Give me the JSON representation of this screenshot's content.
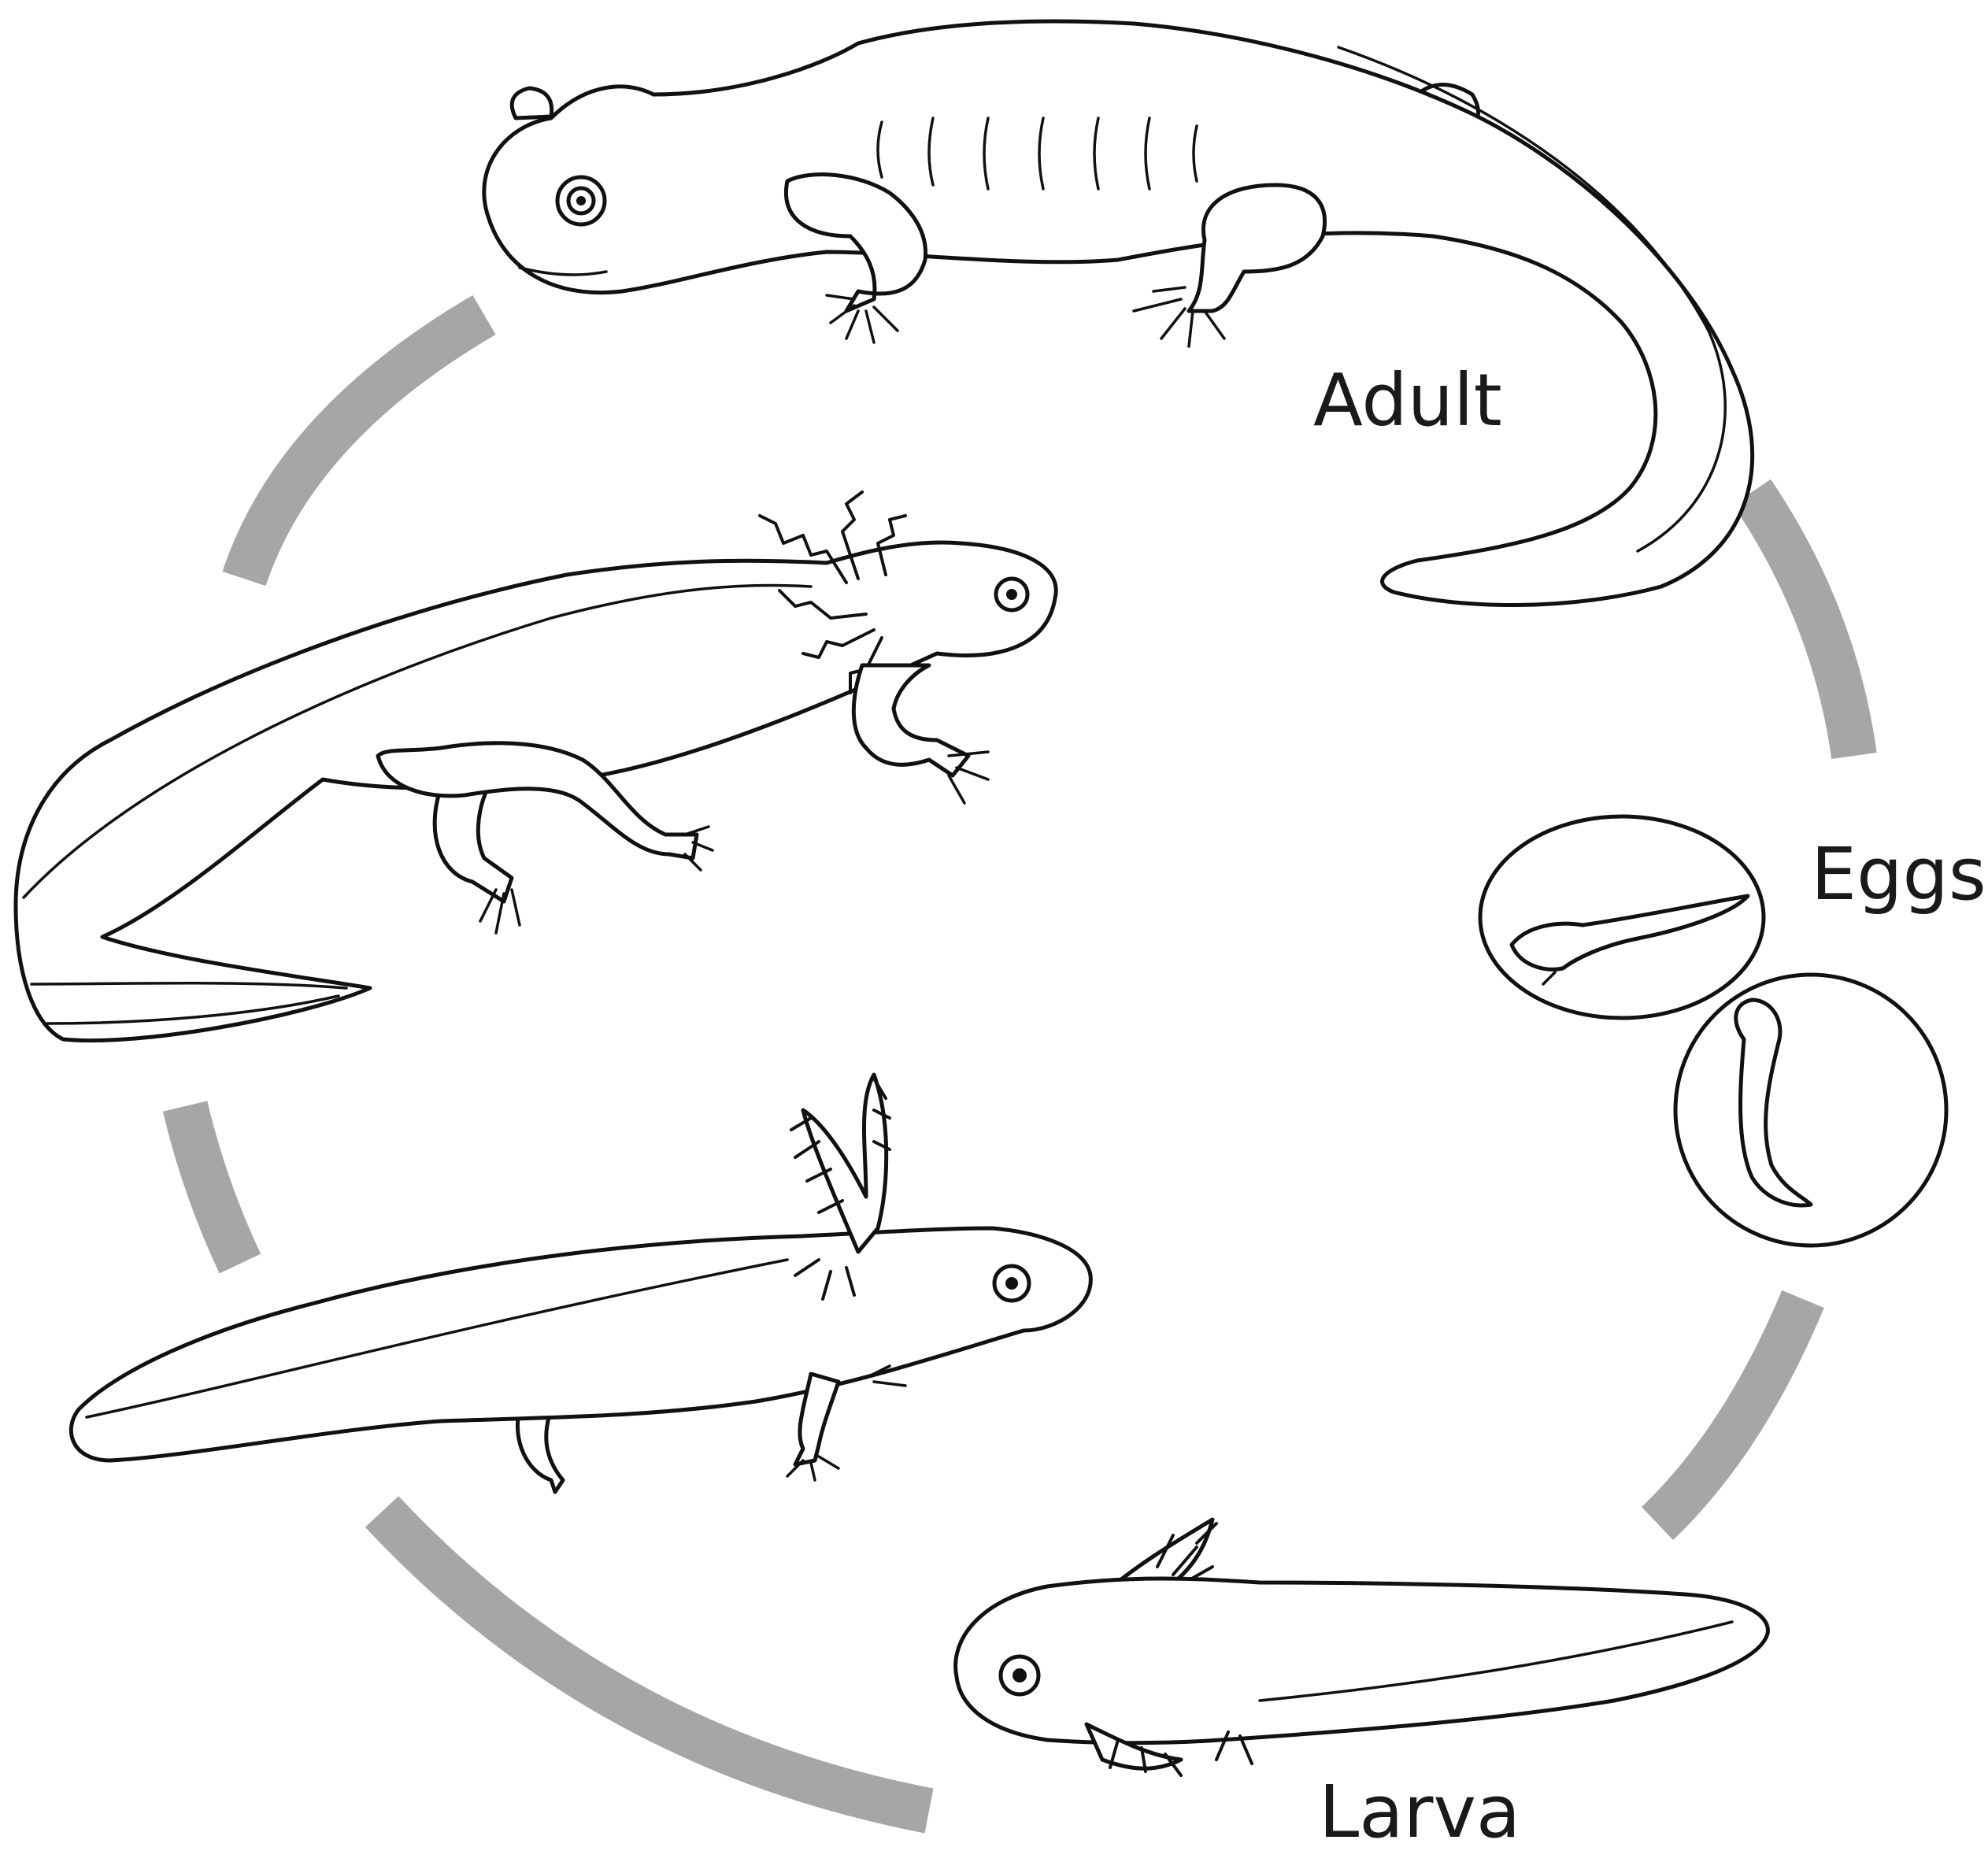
{
  "stages": {
    "adult": "Adult",
    "eggs": "Eggs",
    "larva": "Larva"
  },
  "colors": {
    "cycle_arrow": "#a6a6a6",
    "outline": "#111111"
  }
}
